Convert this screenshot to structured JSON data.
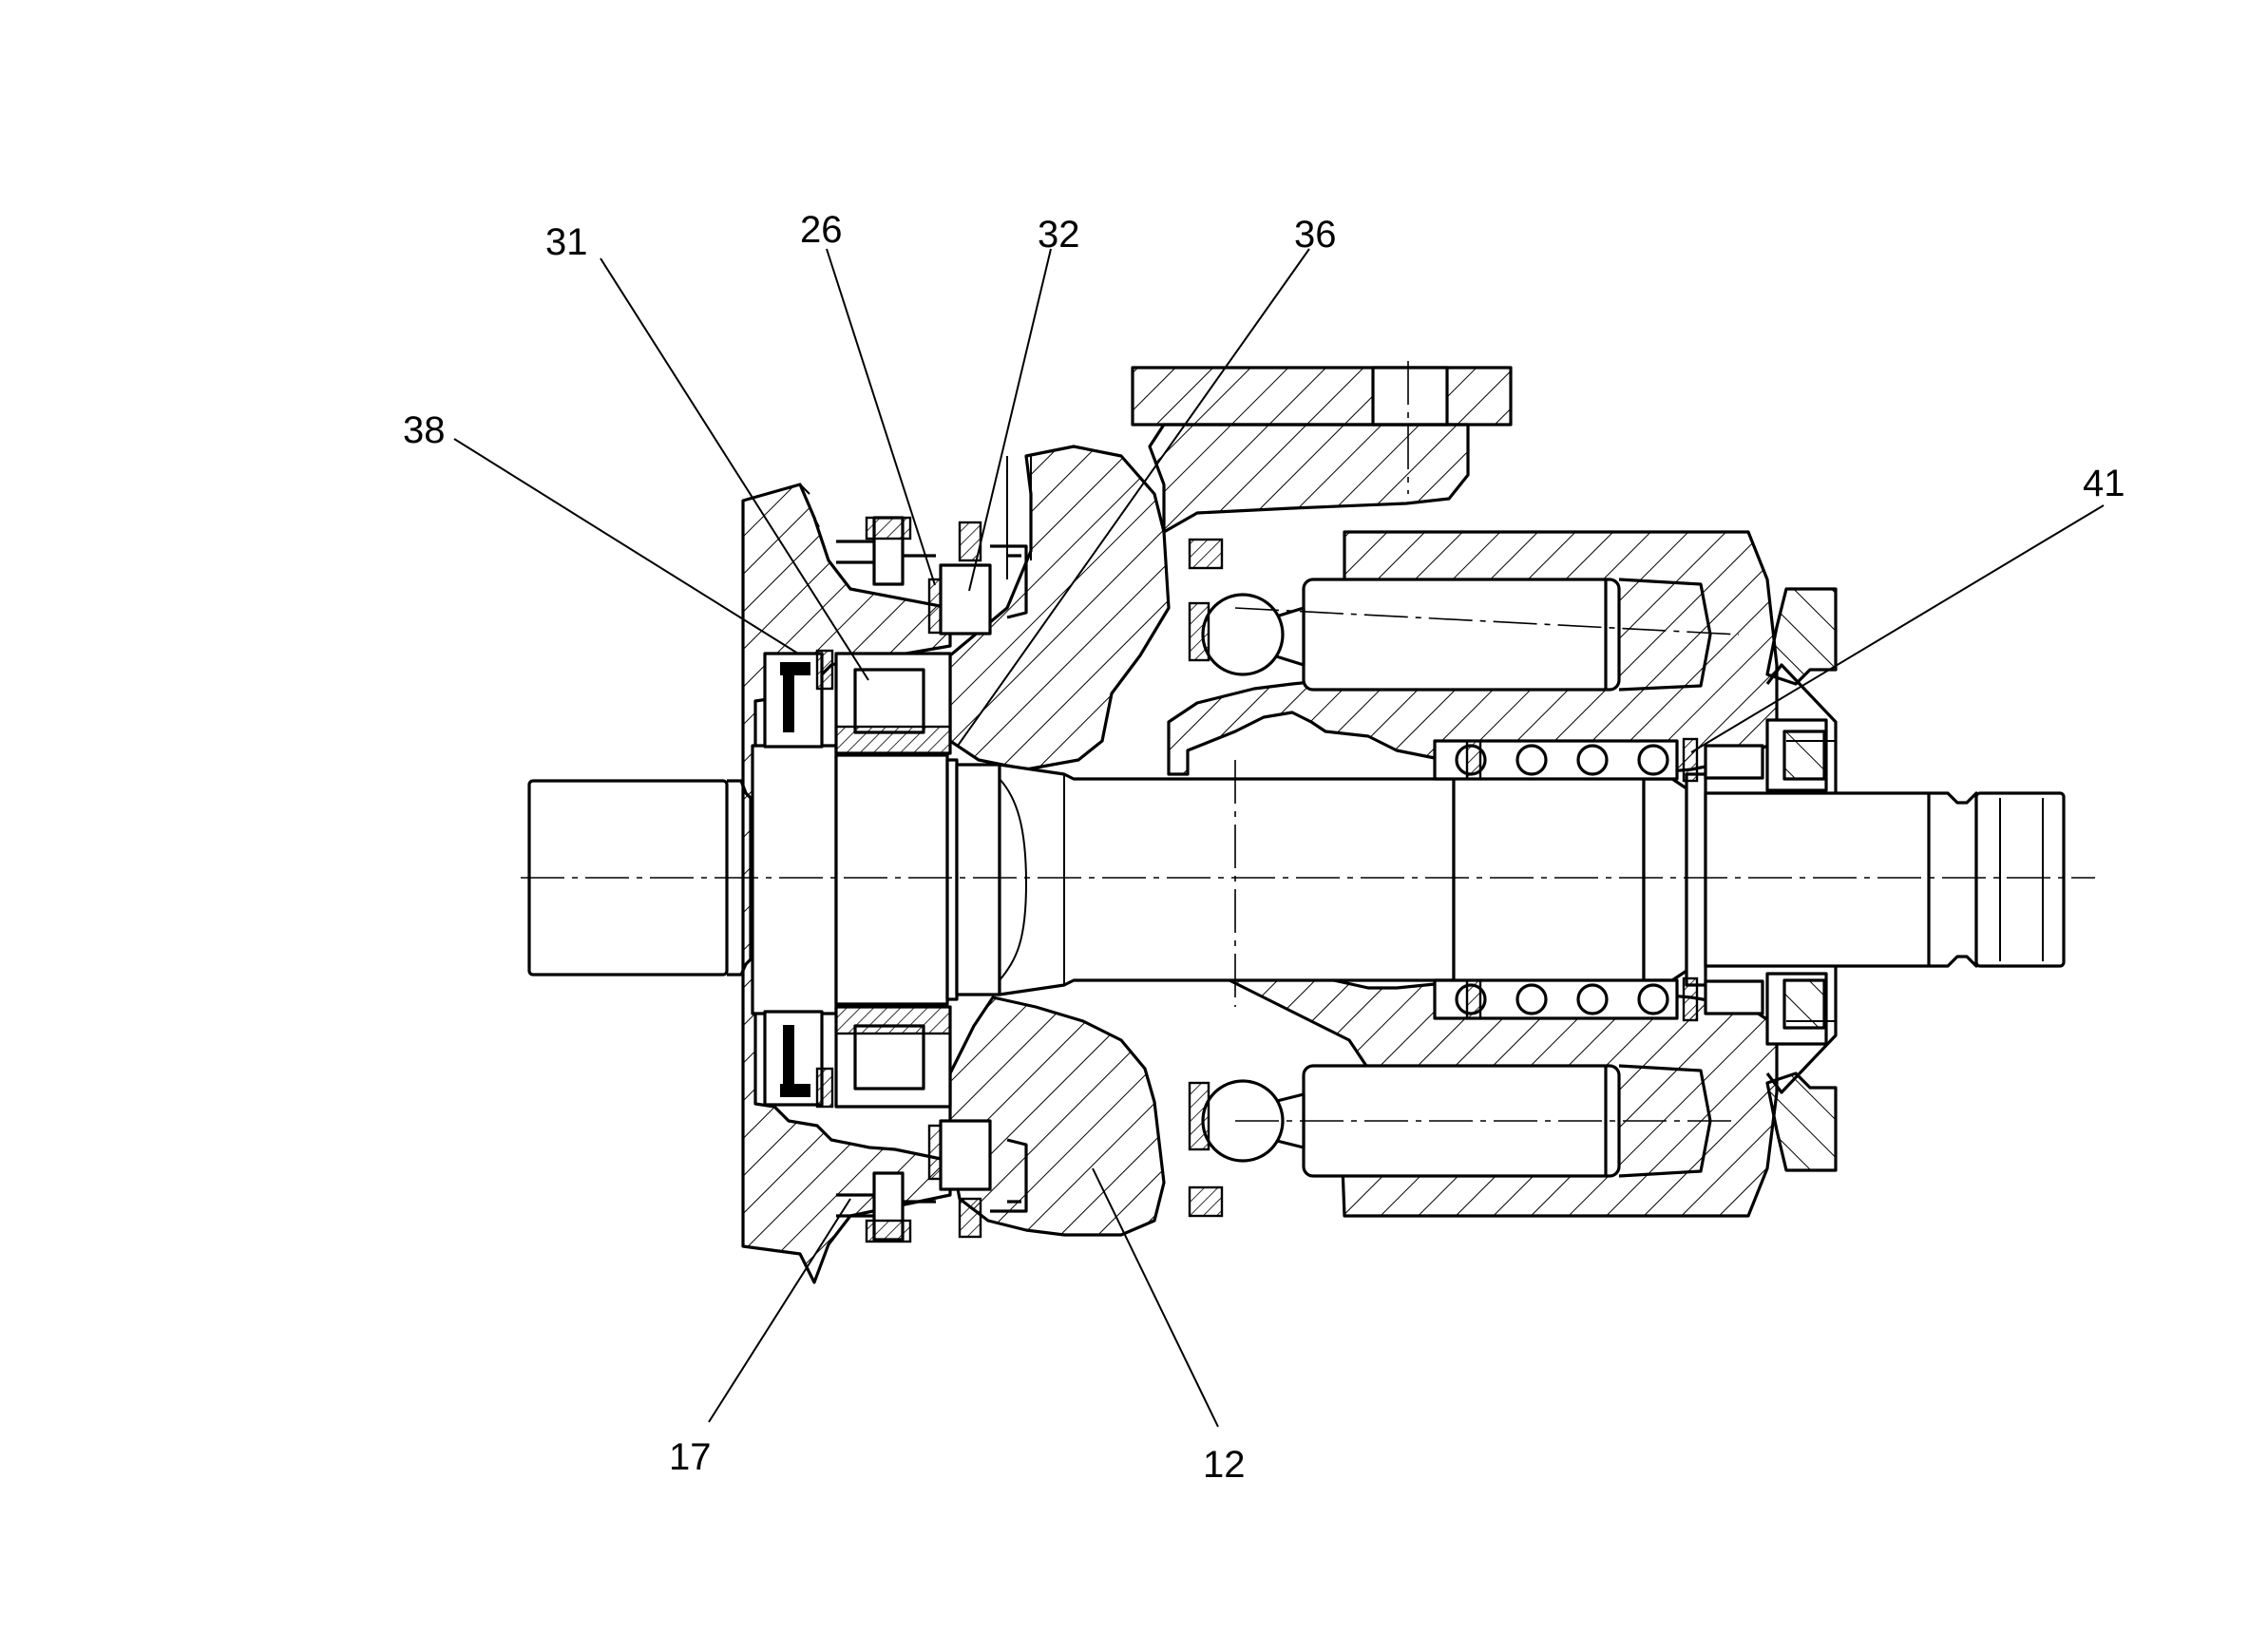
{
  "figure": {
    "callouts": [
      {
        "id": "38",
        "text": "38"
      },
      {
        "id": "31",
        "text": "31"
      },
      {
        "id": "26",
        "text": "26"
      },
      {
        "id": "32",
        "text": "32"
      },
      {
        "id": "36",
        "text": "36"
      },
      {
        "id": "41",
        "text": "41"
      },
      {
        "id": "17",
        "text": "17"
      },
      {
        "id": "12",
        "text": "12"
      }
    ]
  }
}
